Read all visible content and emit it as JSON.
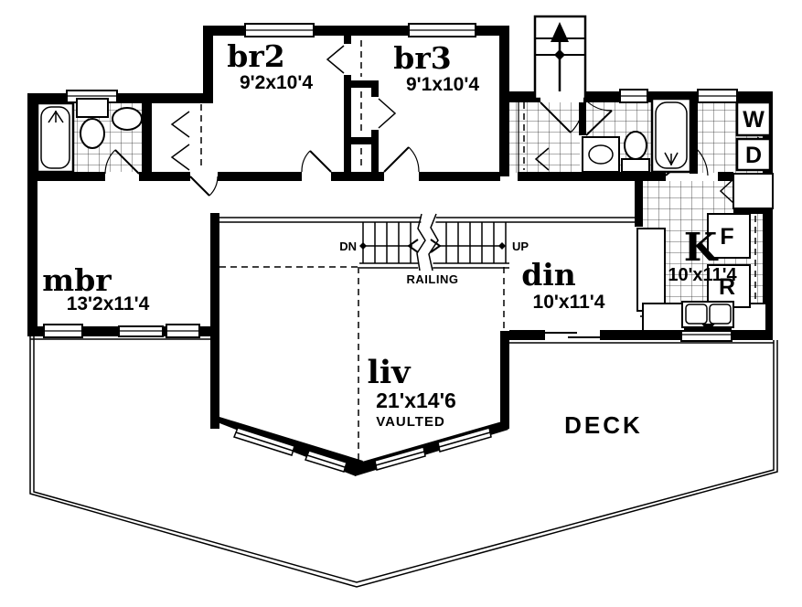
{
  "plan": {
    "rooms": {
      "br2": {
        "name": "br2",
        "dims": "9'2x10'4"
      },
      "br3": {
        "name": "br3",
        "dims": "9'1x10'4"
      },
      "mbr": {
        "name": "mbr",
        "dims": "13'2x11'4"
      },
      "din": {
        "name": "din",
        "dims": "10'x11'4"
      },
      "kitchen": {
        "name": "K",
        "dims": "10'x11'4"
      },
      "liv": {
        "name": "liv",
        "dims": "21'x14'6",
        "note": "VAULTED"
      },
      "deck": {
        "name": "DECK"
      }
    },
    "stairs": {
      "down": "DN",
      "up": "UP",
      "railing": "RAILING"
    },
    "appliances": {
      "washer": "W",
      "dryer": "D",
      "fridge": "F",
      "range": "R"
    },
    "colors": {
      "line": "#000000",
      "background": "#ffffff"
    }
  }
}
